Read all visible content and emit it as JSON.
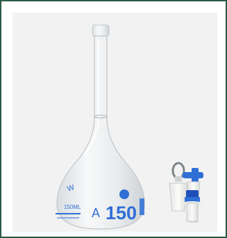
{
  "product_image": {
    "flask_markings": {
      "brand_mark": "W",
      "volume_text": "150ML",
      "class_letter": "A",
      "volume_number": "150"
    }
  },
  "colors": {
    "frame_border": "#2b5a45",
    "background": "#f2f2f2",
    "marking_blue": "#2f6fd6"
  },
  "icons": [
    "volumetric-flask-icon",
    "glass-stopper-icon",
    "plastic-stopper-icon"
  ]
}
